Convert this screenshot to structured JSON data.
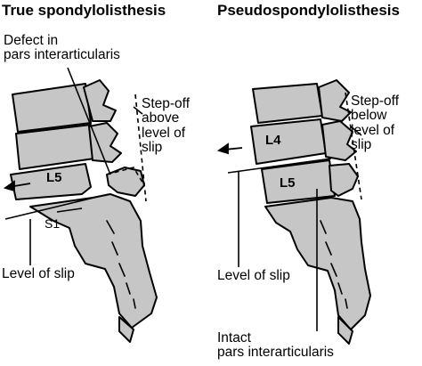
{
  "colors": {
    "bone": "#c6c6c6",
    "ink": "#000000",
    "background": "#ffffff"
  },
  "left_panel": {
    "title": "True spondylolisthesis",
    "defect_label": "Defect in\npars interarticularis",
    "stepoff_label": "Step-off\nabove\nlevel of\nslip",
    "vertebra_l5": "L5",
    "vertebra_s1": "S1",
    "level_label": "Level of slip",
    "slip_direction_icon": "arrow-left-icon"
  },
  "right_panel": {
    "title": "Pseudospondylolisthesis",
    "stepoff_label": "Step-off\nbelow\nlevel of\nslip",
    "vertebra_l4": "L4",
    "vertebra_l5": "L5",
    "level_label": "Level of slip",
    "intact_label": "Intact\npars interarticularis",
    "slip_direction_icon": "arrow-left-icon"
  }
}
